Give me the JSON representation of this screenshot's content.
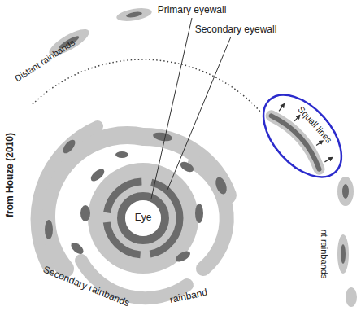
{
  "diagram": {
    "nodes": [
      {
        "text": [
          "Eye"
        ]
      },
      {
        "text": [
          "Squall lines"
        ]
      }
    ],
    "labels": [
      "Primary eyewall",
      "Secondary eyewall",
      "Distant rainbands",
      "Secondary rainbands",
      "rainband",
      "nt rainbands",
      "from Houze (2010)"
    ]
  }
}
